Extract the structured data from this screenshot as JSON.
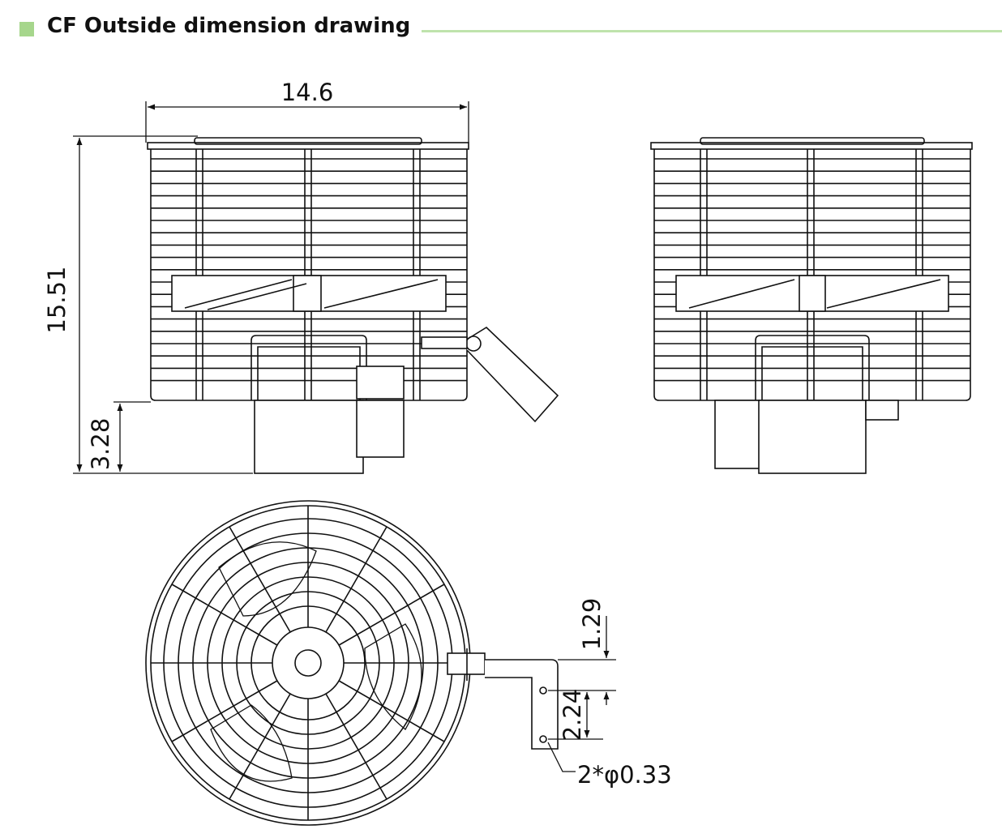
{
  "title": "CF Outside dimension drawing",
  "colors": {
    "accent_square": "#a6d68c",
    "header_rule": "#bfe3ac",
    "line": "#111111"
  },
  "dimensions": {
    "width": "14.6",
    "height": "15.51",
    "lower_height": "3.28",
    "bracket_offset": "1.29",
    "hole_spacing": "2.24",
    "holes": "2*φ0.33"
  }
}
